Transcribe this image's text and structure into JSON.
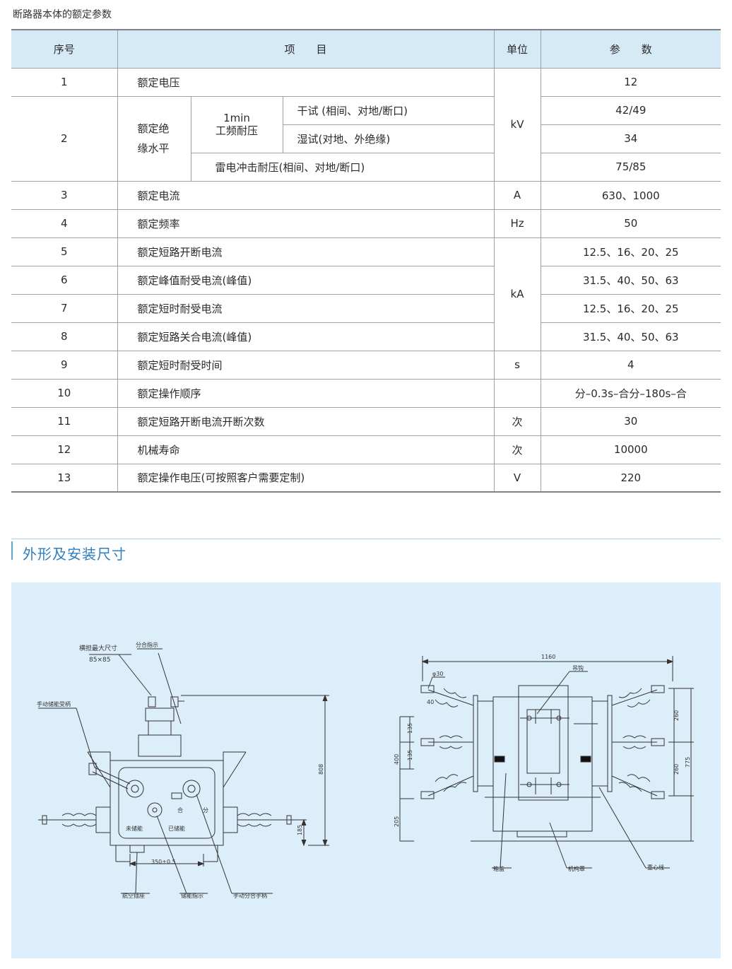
{
  "caption": "断路器本体的额定参数",
  "table": {
    "headers": {
      "no": "序号",
      "item": "项　　目",
      "unit": "单位",
      "param": "参　　数"
    },
    "rows": [
      {
        "no": "1",
        "item": "额定电压",
        "value": "12"
      },
      {
        "no": "2",
        "group": "额定绝缘水平",
        "sub": "1min\n工频耐压",
        "item_a": "干试 (相间、对地/断口)",
        "value_a": "42/49",
        "item_b": "湿试(对地、外绝缘)",
        "value_b": "34",
        "item_c": "雷电冲击耐压(相间、对地/断口)",
        "value_c": "75/85",
        "unit": "kV"
      },
      {
        "no": "3",
        "item": "额定电流",
        "unit": "A",
        "value": "630、1000"
      },
      {
        "no": "4",
        "item": "额定频率",
        "unit": "Hz",
        "value": "50"
      },
      {
        "no": "5",
        "item": "额定短路开断电流",
        "value": "12.5、16、20、25"
      },
      {
        "no": "6",
        "item": "额定峰值耐受电流(峰值)",
        "value": "31.5、40、50、63"
      },
      {
        "no": "7",
        "item": "额定短时耐受电流",
        "value": "12.5、16、20、25"
      },
      {
        "no": "8",
        "item": "额定短路关合电流(峰值)",
        "value": "31.5、40、50、63"
      },
      {
        "no": "9",
        "item": "额定短时耐受时间",
        "unit": "s",
        "value": "4"
      },
      {
        "no": "10",
        "item": "额定操作顺序",
        "unit": "",
        "value": "分–0.3s–合分–180s–合"
      },
      {
        "no": "11",
        "item": "额定短路开断电流开断次数",
        "unit": "次",
        "value": "30"
      },
      {
        "no": "12",
        "item": "机械寿命",
        "unit": "次",
        "value": "10000"
      },
      {
        "no": "13",
        "item": "额定操作电压(可按照客户需要定制)",
        "unit": "V",
        "value": "220"
      }
    ],
    "unit_ka": "kA",
    "unit_kv_row1": "kV"
  },
  "section": {
    "title": "外形及安装尺寸"
  },
  "drawing": {
    "left": {
      "label_crossarm": "横担最大尺寸",
      "label_crossarm_size": "85×85",
      "label_indicator": "分合指示",
      "label_handle": "手动储能受柄",
      "label_uncharged": "未储能",
      "label_charged": "已储能",
      "label_close": "合",
      "label_open": "分",
      "dim_808": "808",
      "dim_185": "185",
      "dim_350": "350±0.5",
      "label_plug": "航空插座",
      "label_charge_ind": "储能指示",
      "label_manual": "手动分合手柄"
    },
    "right": {
      "dim_1160": "1160",
      "label_hook": "吊钩",
      "dim_phi30": "φ30",
      "dim_40": "40",
      "dim_135a": "135",
      "dim_135b": "135",
      "dim_400": "400",
      "dim_205": "205",
      "dim_260a": "260",
      "dim_260b": "260",
      "dim_775": "775",
      "label_cover": "箱盖",
      "label_mech": "机构罩",
      "label_cg": "重心线"
    }
  }
}
